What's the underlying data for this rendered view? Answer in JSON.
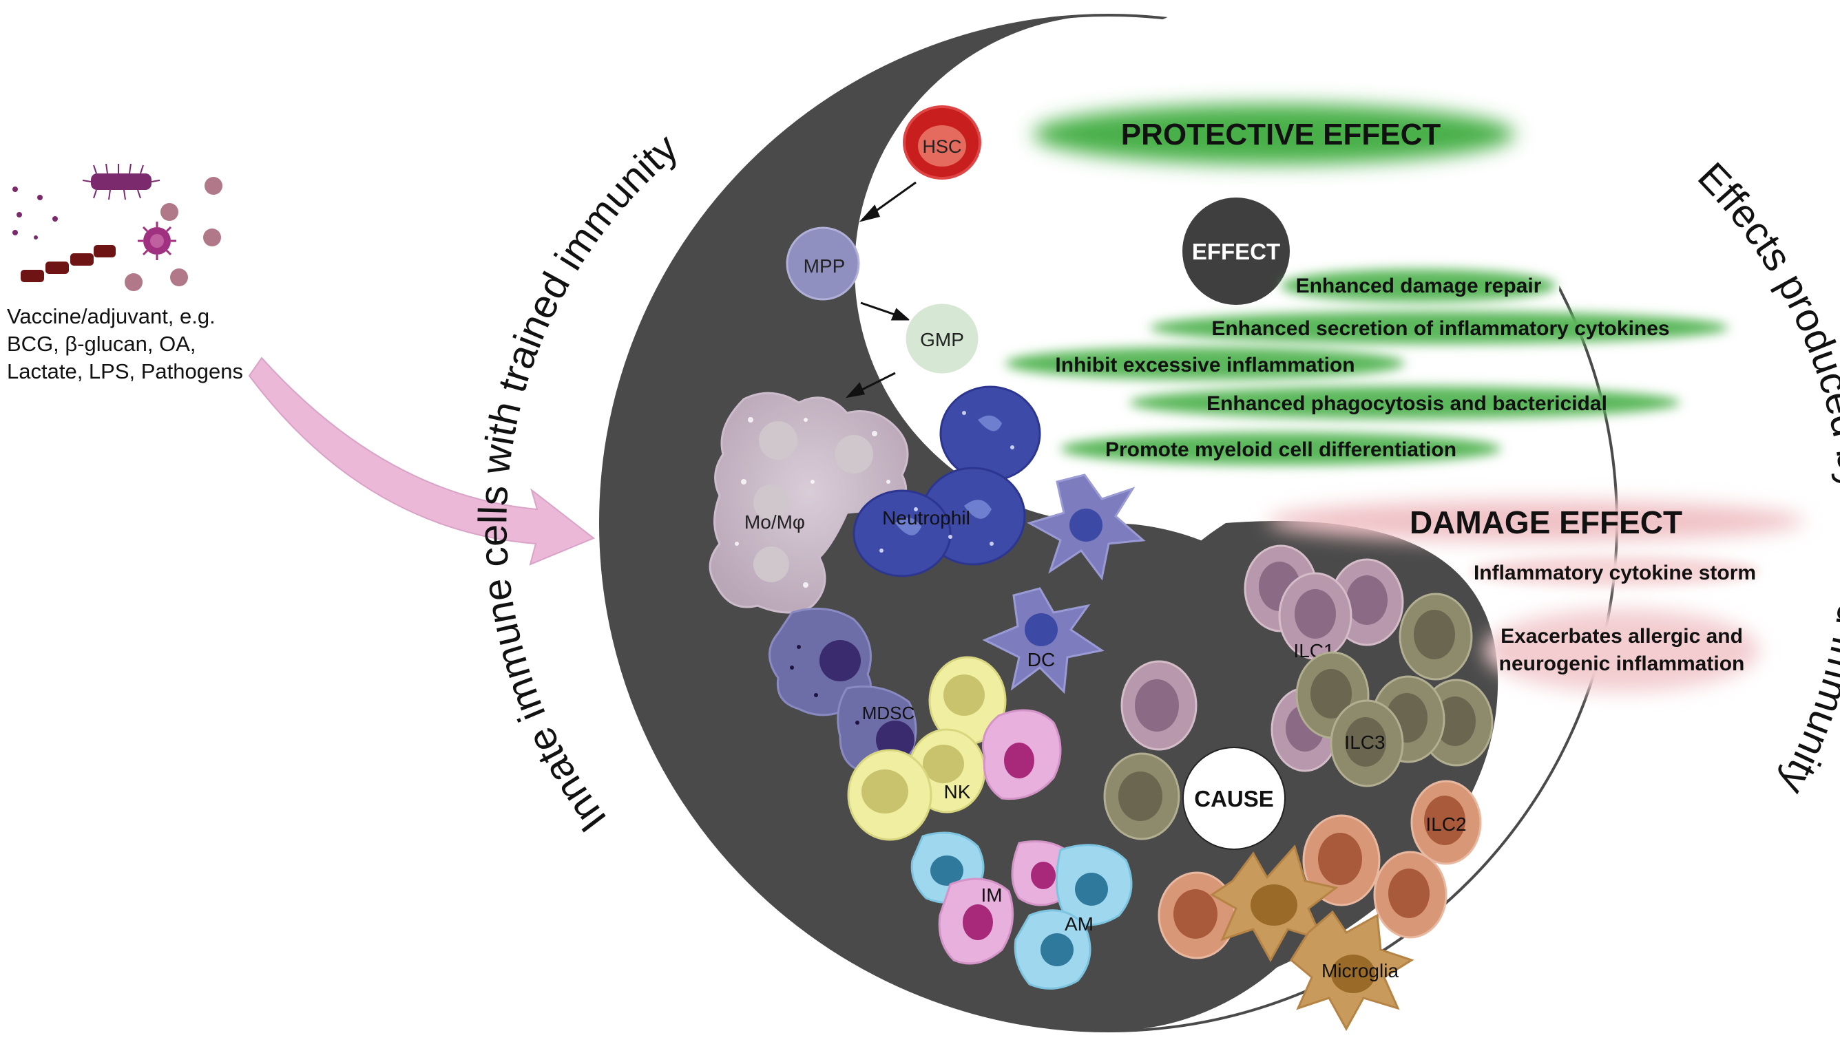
{
  "vaccine": {
    "label": "Vaccine/adjuvant, e.g.\nBCG, β-glucan, OA,\nLactate, LPS, Pathogens",
    "icons": [
      "bacteria-icon",
      "virus-icon",
      "particle-icon"
    ]
  },
  "arcs": {
    "left": "Innate immune cells with trained immunity",
    "right": "Effects produced by trained immunity"
  },
  "headings": {
    "protective": "PROTECTIVE EFFECT",
    "effect": "EFFECT",
    "damage": "DAMAGE EFFECT",
    "cause": "CAUSE"
  },
  "protective_effects": [
    "Enhanced damage repair",
    "Enhanced secretion of inflammatory cytokines",
    "Inhibit excessive inflammation",
    "Enhanced phagocytosis and bactericidal",
    "Promote myeloid cell differentiation"
  ],
  "damage_effects": [
    "Inflammatory cytokine storm",
    "Exacerbates allergic and",
    "neurogenic inflammation"
  ],
  "cells": {
    "hsc": "HSC",
    "mpp": "MPP",
    "gmp": "GMP",
    "mo": "Mo/Mφ",
    "neutrophil": "Neutrophil",
    "dc": "DC",
    "mdsc": "MDSC",
    "nk": "NK",
    "im": "IM",
    "am": "AM",
    "ilc1": "ILC1",
    "ilc2": "ILC2",
    "ilc3": "ILC3",
    "microglia": "Microglia"
  },
  "colors": {
    "dark": "#4a4a4a",
    "protective_glow": "#5cb85c",
    "damage_glow": "#f2c4c8",
    "arrow": "#e8b4d6"
  }
}
